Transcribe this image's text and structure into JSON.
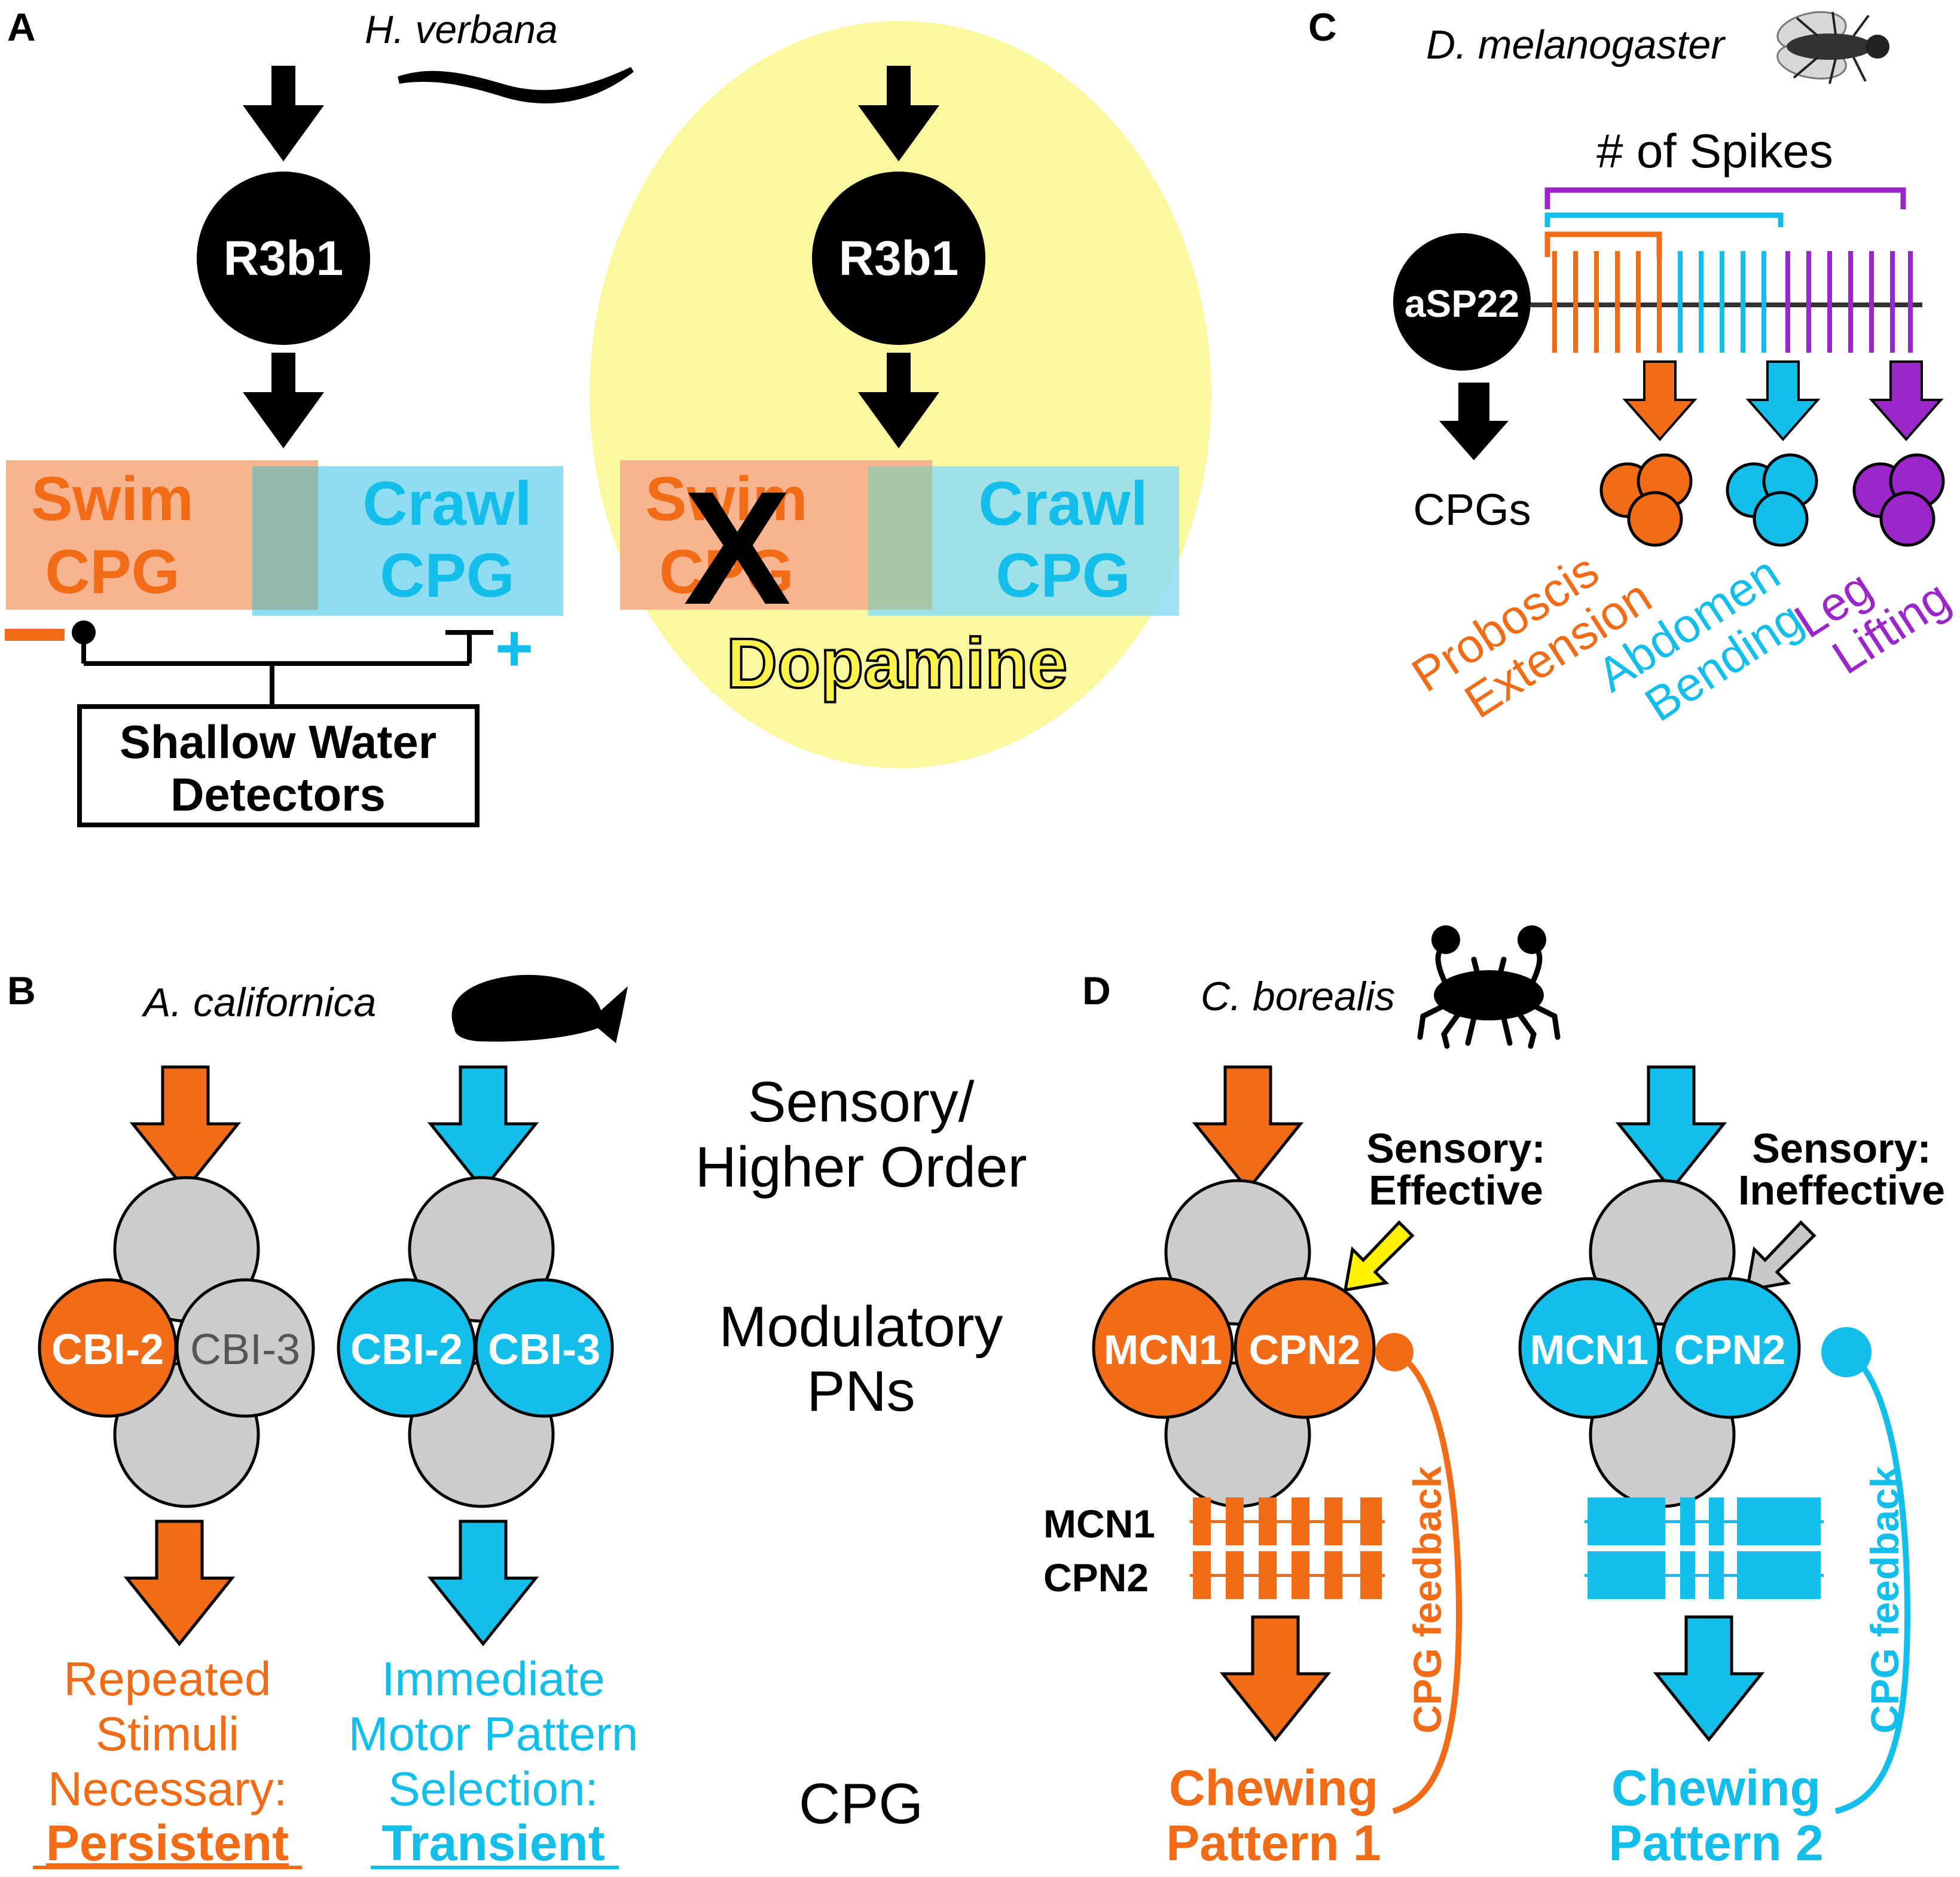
{
  "colors": {
    "orange": "#f26b16",
    "cyan": "#13bfea",
    "purple": "#9b26c9",
    "grey": "#cccccc",
    "yellow_bg": "#fcf8a0",
    "swim_box": "#f8b48e",
    "crawl_box": "#8fddf3",
    "black": "#000000"
  },
  "panelA": {
    "letter": "A",
    "species": "H. verbana",
    "neuron_left": "R3b1",
    "neuron_right": "R3b1",
    "swim_line1": "Swim",
    "swim_line2": "CPG",
    "crawl_line1": "Crawl",
    "crawl_line2": "CPG",
    "minus": "−",
    "plus": "+",
    "detectors_line1": "Shallow Water",
    "detectors_line2": "Detectors",
    "x_mark": "X",
    "dopamine": "Dopamine",
    "icon": "leech-icon"
  },
  "panelB": {
    "letter": "B",
    "species": "A. californica",
    "left_neuron1": "CBI-2",
    "left_neuron2": "CBI-3",
    "right_neuron1": "CBI-2",
    "right_neuron2": "CBI-3",
    "left_text": [
      "Repeated",
      "Stimuli",
      "Necessary:"
    ],
    "left_key": "Persistent",
    "right_text": [
      "Immediate",
      "Motor Pattern",
      "Selection:"
    ],
    "right_key": "Transient",
    "icon": "sea-slug-icon"
  },
  "middle_labels": {
    "sensory_line1": "Sensory/",
    "sensory_line2": "Higher Order",
    "modulatory_line1": "Modulatory",
    "modulatory_line2": "PNs",
    "cpg": "CPG"
  },
  "panelC": {
    "letter": "C",
    "species": "D. melanogaster",
    "spikes_title": "# of Spikes",
    "neuron": "aSP22",
    "cpgs": "CPGs",
    "behavior1_line1": "Proboscis",
    "behavior1_line2": "Extension",
    "behavior2_line1": "Abdomen",
    "behavior2_line2": "Bending",
    "behavior3_line1": "Leg",
    "behavior3_line2": "Lifting",
    "icon": "fly-icon"
  },
  "panelD": {
    "letter": "D",
    "species": "C. borealis",
    "left_neuron1": "MCN1",
    "left_neuron2": "CPN2",
    "right_neuron1": "MCN1",
    "right_neuron2": "CPN2",
    "left_sensory_line1": "Sensory:",
    "left_sensory_line2": "Effective",
    "right_sensory_line1": "Sensory:",
    "right_sensory_line2": "Ineffective",
    "trace_label1": "MCN1",
    "trace_label2": "CPN2",
    "feedback_left": "CPG feedback",
    "feedback_right": "CPG feedback",
    "left_pattern_line1": "Chewing",
    "left_pattern_line2": "Pattern 1",
    "right_pattern_line1": "Chewing",
    "right_pattern_line2": "Pattern 2",
    "icon": "crab-icon"
  }
}
